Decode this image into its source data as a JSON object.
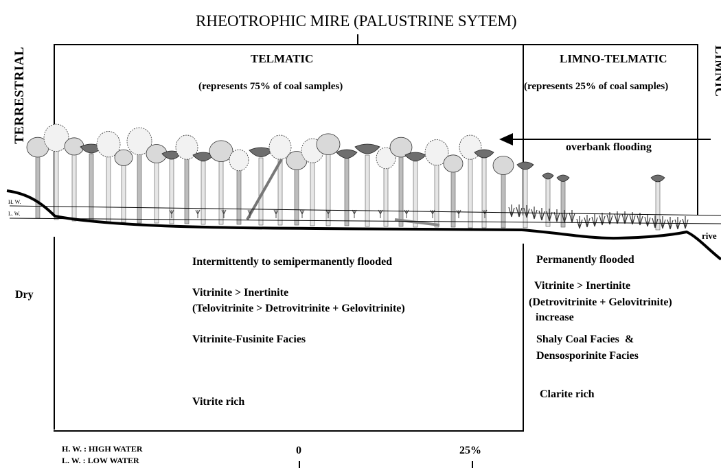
{
  "title": "RHEOTROPHIC MIRE (PALUSTRINE SYTEM)",
  "side_left": "TERRESTRIAL",
  "side_right": "LIMNIC",
  "telmatic": {
    "heading": "TELMATIC",
    "note": "(represents 75% of coal samples)",
    "flooding": "Intermittently to semipermanently flooded",
    "ratio": "Vitrinite > Inertinite",
    "detail": "(Telovitrinite > Detrovitrinite + Gelovitrinite)",
    "facies": "Vitrinite-Fusinite Facies",
    "rich": "Vitrite rich"
  },
  "limno": {
    "heading": "LIMNO-TELMATIC",
    "note": "(represents 25% of coal samples)",
    "flooding_arrow_label": "overbank flooding",
    "flooding": "Permanently flooded",
    "ratio": "Vitrinite > Inertinite",
    "detail": "(Detrovitrinite + Gelovitrinite)",
    "detail2": "increase",
    "facies1": "Shaly Coal Facies  &",
    "facies2": "Densosporinite Facies",
    "rich": "Clarite rich"
  },
  "dry_label": "Dry",
  "hw_mark": "H. W.",
  "lw_mark": "L. W.",
  "river_label": "rive",
  "legend": {
    "hw": "H. W. : HIGH WATER",
    "lw": "L. W. : LOW WATER"
  },
  "scale": {
    "tick0": "0",
    "tick1": "25%"
  },
  "colors": {
    "ink": "#000000",
    "tree_light": "#d9d9d9",
    "tree_dark": "#6e6e6e"
  }
}
